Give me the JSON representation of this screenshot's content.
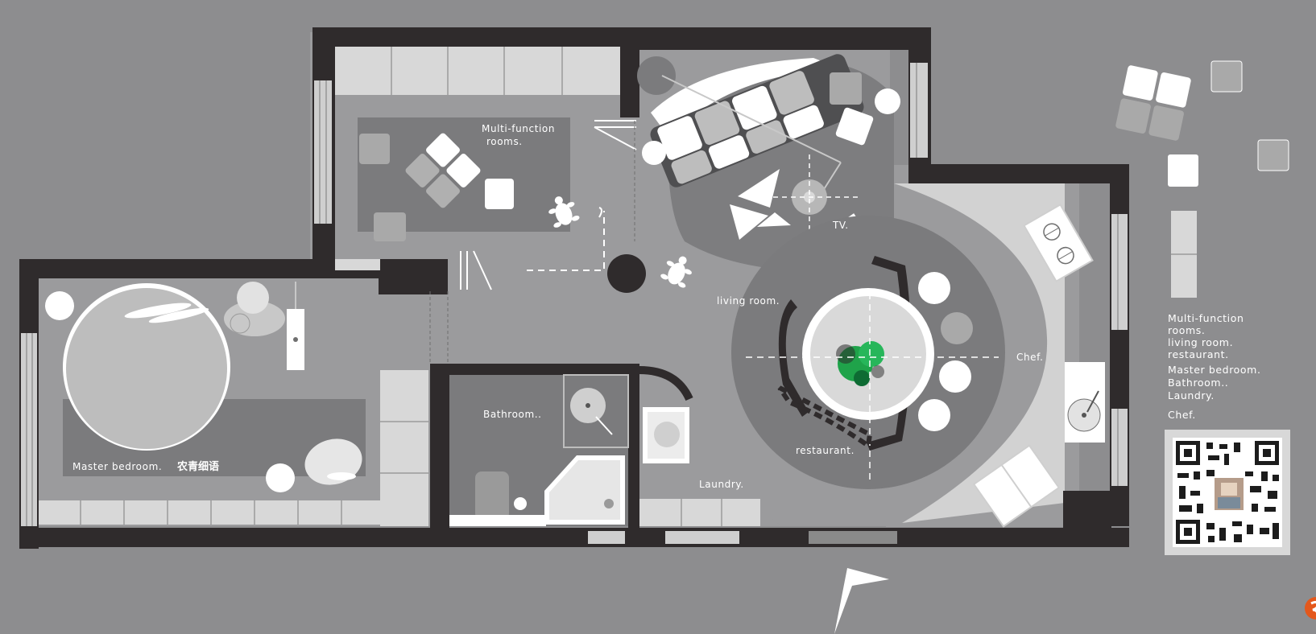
{
  "labels": {
    "multi_function_line1": "Multi-function",
    "multi_function_line2": "rooms.",
    "tv": "TV.",
    "living_room": "living room.",
    "chef": "Chef.",
    "restaurant": "restaurant.",
    "bathroom": "Bathroom..",
    "laundry": "Laundry.",
    "master_bedroom": "Master bedroom.",
    "watermark_cn": "农青细语"
  },
  "legend": {
    "lines": [
      "Multi-function",
      " rooms.",
      "living room.",
      "restaurant.",
      "Master bedroom.",
      "Bathroom..",
      "Laundry.",
      "Chef."
    ]
  },
  "colors": {
    "background": "#8d8d8f",
    "wall": "#2f2b2c",
    "floor": "#9b9b9d",
    "rug": "#7b7b7d",
    "light_panel": "#d8d8d8",
    "furniture_white": "#ffffff",
    "accent_green": "#1fa34a"
  },
  "icons": {
    "qr": "qr-code-icon",
    "north": "north-arrow-icon",
    "plant": "plant-icon",
    "turtle": "turtle-icon",
    "corner_logo": "logo-icon"
  }
}
